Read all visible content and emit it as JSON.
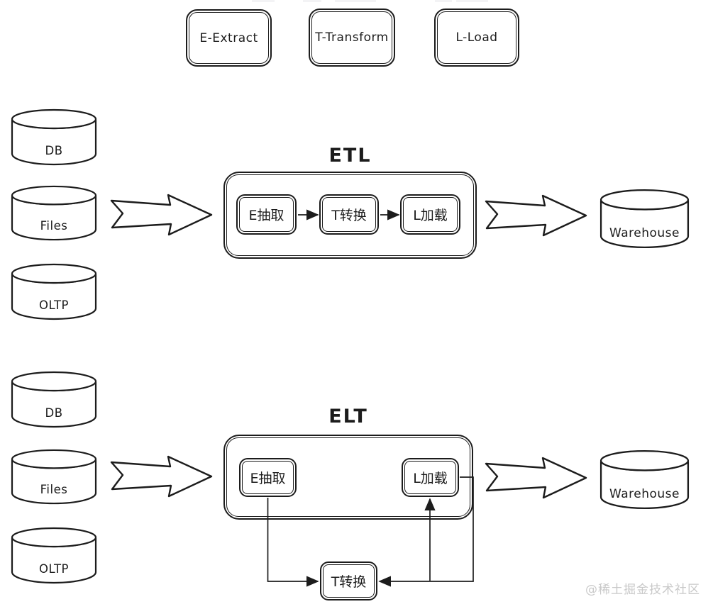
{
  "colors": {
    "stroke": "#1c1c1c",
    "background": "#ffffff",
    "watermark": "#c9c9c9"
  },
  "legend": {
    "boxes": [
      {
        "label": "E-Extract"
      },
      {
        "label": "T-Transform"
      },
      {
        "label": "L-Load"
      }
    ]
  },
  "etl": {
    "title": "ETL",
    "sources": [
      {
        "label": "DB"
      },
      {
        "label": "Files"
      },
      {
        "label": "OLTP"
      }
    ],
    "steps": [
      {
        "label": "E抽取"
      },
      {
        "label": "T转换"
      },
      {
        "label": "L加载"
      }
    ],
    "target": {
      "label": "Warehouse"
    }
  },
  "elt": {
    "title": "ELT",
    "sources": [
      {
        "label": "DB"
      },
      {
        "label": "Files"
      },
      {
        "label": "OLTP"
      }
    ],
    "extract": {
      "label": "E抽取"
    },
    "load": {
      "label": "L加载"
    },
    "transform": {
      "label": "T转换"
    },
    "target": {
      "label": "Warehouse"
    }
  },
  "watermark": {
    "text": "@稀土掘金技术社区"
  }
}
